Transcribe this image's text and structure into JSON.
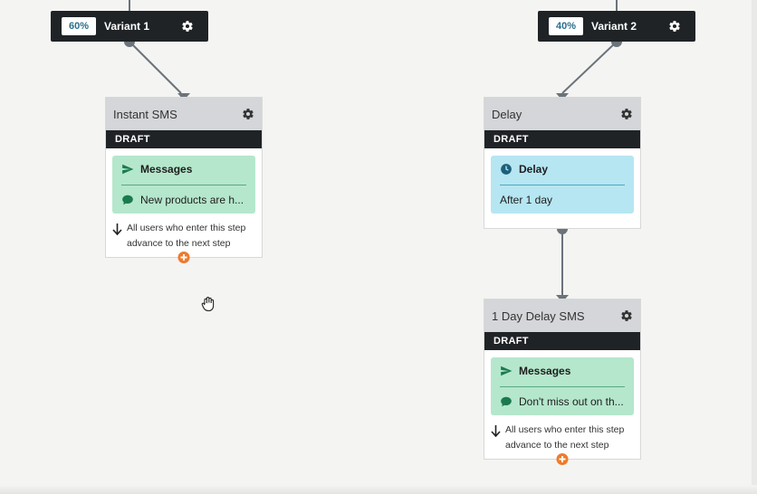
{
  "canvas": {
    "variants": [
      {
        "percent": "60%",
        "name": "Variant 1"
      },
      {
        "percent": "40%",
        "name": "Variant 2"
      }
    ],
    "steps": {
      "instant_sms": {
        "title": "Instant SMS",
        "status": "DRAFT",
        "box_title": "Messages",
        "box_line": "New products are h...",
        "advance_text": "All users who enter this step advance to the next step"
      },
      "delay": {
        "title": "Delay",
        "status": "DRAFT",
        "box_title": "Delay",
        "box_line": "After 1 day"
      },
      "one_day_delay_sms": {
        "title": "1 Day Delay SMS",
        "status": "DRAFT",
        "box_title": "Messages",
        "box_line": "Don't miss out on th...",
        "advance_text": "All users who enter this step advance to the next step"
      }
    }
  },
  "colors": {
    "dark": "#1f2326",
    "head": "#d4d6d9",
    "messages_box": "#b5e7cc",
    "delay_box": "#b6e6f2",
    "add_button": "#f07a2b",
    "connector": "#6b737b"
  },
  "icons": {
    "gear": "gear-icon",
    "send": "paper-plane-icon",
    "chat": "chat-bubble-icon",
    "clock": "clock-icon",
    "arrow": "arrow-down-icon",
    "add": "plus-circle-icon",
    "cursor": "hand-cursor-icon"
  }
}
